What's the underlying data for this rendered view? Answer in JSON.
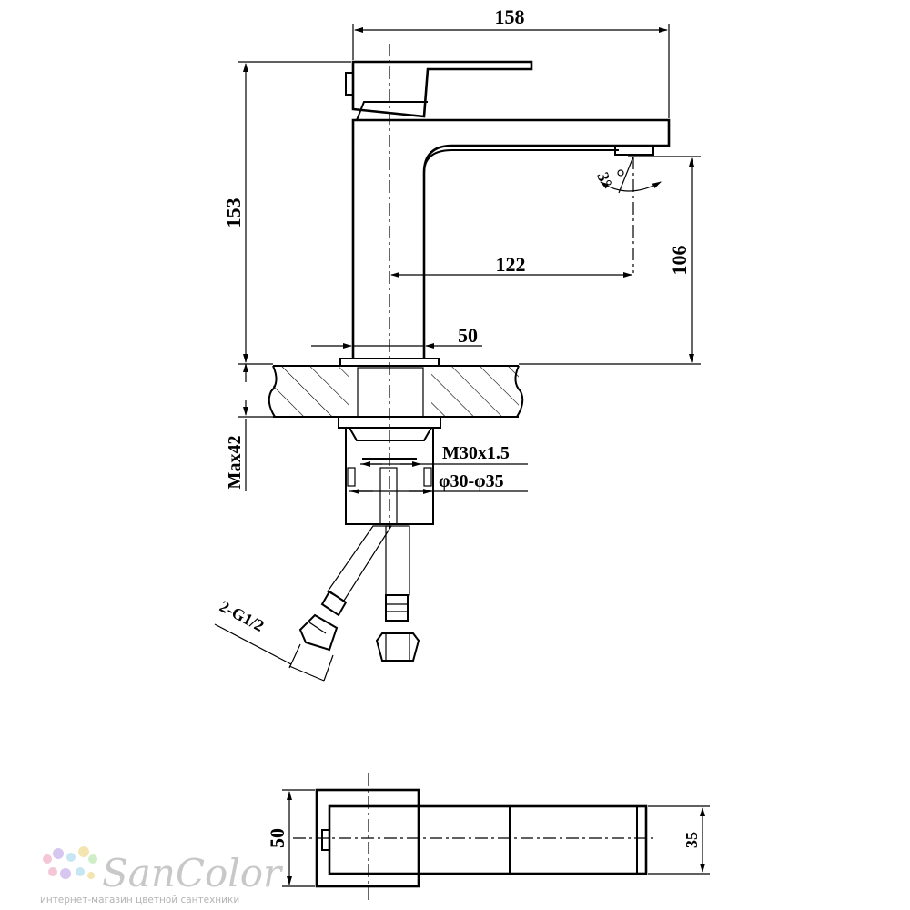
{
  "dimensions": {
    "overall_width": "158",
    "overall_height": "153",
    "spout_height": "106",
    "spout_reach": "122",
    "body_diameter": "50",
    "max_thickness": "Max42",
    "thread": "M30x1.5",
    "hole_diameter": "φ30-φ35",
    "hose_thread": "2-G1/2",
    "tilt_angle": "3°",
    "top_view_width": "50",
    "top_view_handle": "35"
  },
  "logo": {
    "brand": "SanColor",
    "tagline": "интернет-магазин цветной сантехники",
    "dot_colors": [
      "#f4c6d6",
      "#d6c6f0",
      "#c6e6f4",
      "#f4e4b0",
      "#cfeec8"
    ]
  },
  "colors": {
    "line": "#000000",
    "background": "#ffffff"
  }
}
